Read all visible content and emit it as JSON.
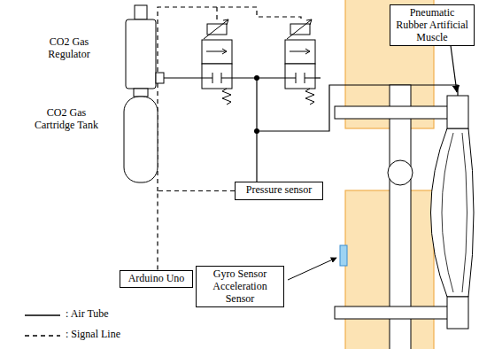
{
  "diagram": {
    "nodes": [
      {
        "text": [
          "Pneumatic Rubber Artificial Muscle"
        ]
      },
      {
        "text": [
          "Pressure sensor"
        ]
      },
      {
        "text": [
          "Arduino Uno"
        ]
      },
      {
        "text": [
          "Gyro Sensor Acceleration Sensor"
        ]
      }
    ],
    "edges": [
      {
        "from": 1,
        "to": 2,
        "arrow": "none"
      }
    ],
    "labels": [
      "CO2 Gas Regulator",
      "CO2 Gas Cartridge Tank"
    ],
    "legend": [
      {
        "text": ": Air Tube"
      },
      {
        "text": ": Signal Line"
      }
    ]
  }
}
